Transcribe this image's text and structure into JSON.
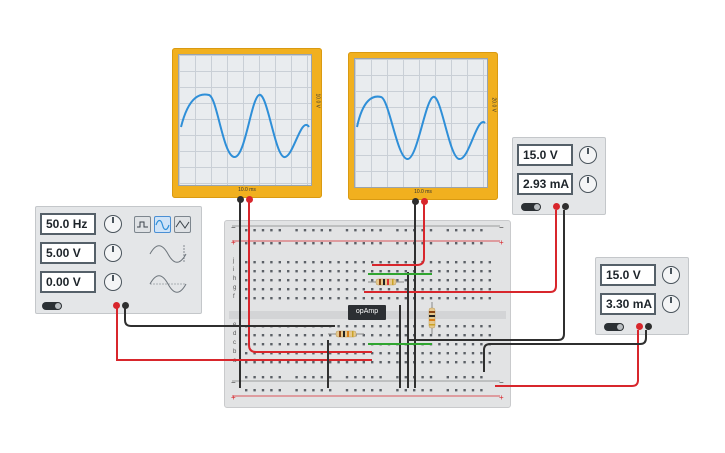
{
  "scope1": {
    "xdiv": "10.0 ms",
    "ydiv": "10.0 V"
  },
  "scope2": {
    "xdiv": "10.0 ms",
    "ydiv": "20.0 V"
  },
  "function_generator": {
    "frequency": "50.0 Hz",
    "amplitude": "5.00 V",
    "offset": "0.00 V",
    "waveform_buttons": [
      "square",
      "sine",
      "triangle"
    ],
    "selected_waveform": "sine"
  },
  "power_supply_1": {
    "voltage": "15.0 V",
    "current": "2.93 mA"
  },
  "power_supply_2": {
    "voltage": "15.0 V",
    "current": "3.30 mA"
  },
  "breadboard": {
    "row_letters_top": [
      "j",
      "i",
      "h",
      "g",
      "f"
    ],
    "row_letters_bottom": [
      "e",
      "d",
      "c",
      "b",
      "a"
    ],
    "rail_minus": "−",
    "rail_plus": "+"
  },
  "opamp": {
    "label": "opAmp"
  },
  "colors": {
    "scope_frame": "#f1b01f",
    "trace": "#2f8fd8",
    "wire_red": "#d8262c",
    "wire_black": "#2f2f2f",
    "wire_green": "#2fa52f"
  }
}
